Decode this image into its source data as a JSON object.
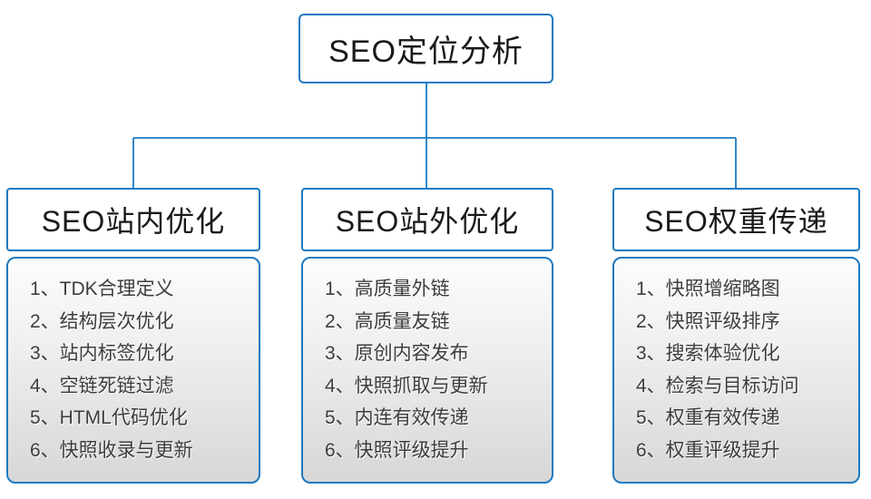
{
  "colors": {
    "accent": "#1b7ac2",
    "header_text": "#1a1a1a",
    "list_text": "#3d3d3d",
    "list_bg_top": "#fcfcfc",
    "list_bg_bottom": "#d7d7d7"
  },
  "root": {
    "label": "SEO定位分析"
  },
  "columns": [
    {
      "title": "SEO站内优化",
      "items": [
        "1、TDK合理定义",
        "2、结构层次优化",
        "3、站内标签优化",
        "4、空链死链过滤",
        "5、HTML代码优化",
        "6、快照收录与更新"
      ]
    },
    {
      "title": "SEO站外优化",
      "items": [
        "1、高质量外链",
        "2、高质量友链",
        "3、原创内容发布",
        "4、快照抓取与更新",
        "5、内连有效传递",
        "6、快照评级提升"
      ]
    },
    {
      "title": "SEO权重传递",
      "items": [
        "1、快照增缩略图",
        "2、快照评级排序",
        "3、搜索体验优化",
        "4、检索与目标访问",
        "5、权重有效传递",
        "6、权重评级提升"
      ]
    }
  ]
}
